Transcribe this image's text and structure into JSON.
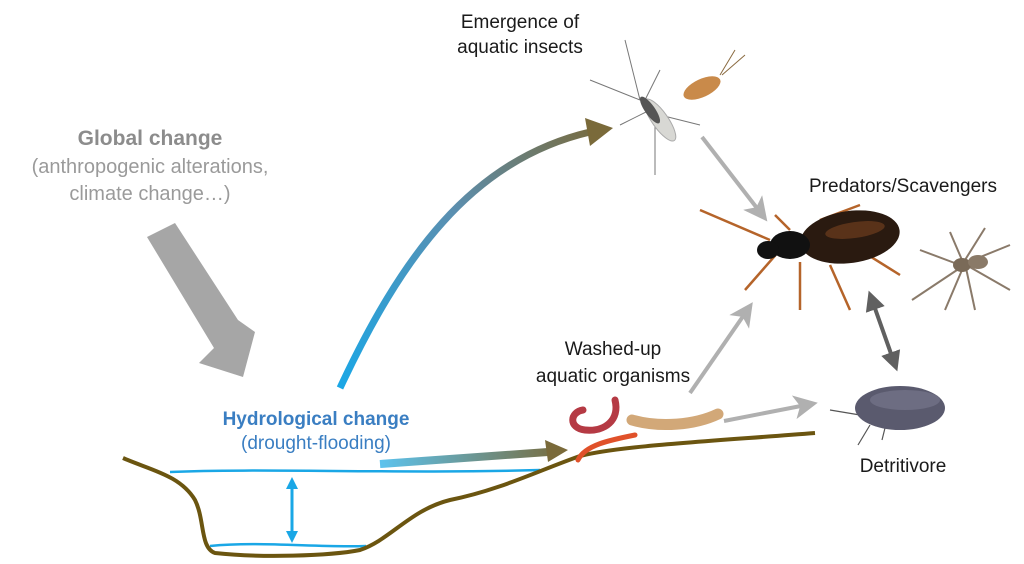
{
  "labels": {
    "emergence": [
      "Emergence of",
      "aquatic insects"
    ],
    "global_change": {
      "title": "Global change",
      "lines": [
        "(anthropogenic alterations,",
        "climate change…)"
      ]
    },
    "hydrological": {
      "title": "Hydrological change",
      "subtitle": "(drought-flooding)"
    },
    "washed_up": [
      "Washed-up",
      "aquatic organisms"
    ],
    "predators": "Predators/Scavengers",
    "detritivore": "Detritivore"
  },
  "colors": {
    "global_gray": "#9a9a9a",
    "hydro_blue": "#3a7ec2",
    "water": "#1aa7e6",
    "ground": "#6b5510",
    "flow_arrow_start": "#1aa7e6",
    "flow_arrow_end": "#7a6a3a",
    "trophic_arrow": "#b0b0b0",
    "dark_arrow": "#606060"
  }
}
